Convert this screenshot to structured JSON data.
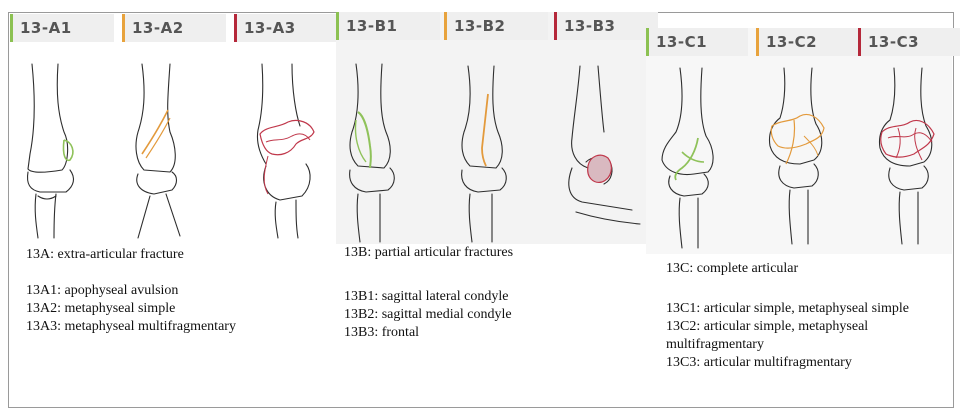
{
  "colors": {
    "group1_bar": "#8cc152",
    "group2_bar": "#e8a33d",
    "group3_bar": "#b5283a",
    "fracture_green": "#8fc25a",
    "fracture_orange": "#e39a3c",
    "fracture_red": "#c0384b"
  },
  "icons": [
    "humerus-bone-drawing",
    "fracture-line"
  ],
  "tabs": {
    "a": [
      "13-A1",
      "13-A2",
      "13-A3"
    ],
    "b": [
      "13-B1",
      "13-B2",
      "13-B3"
    ],
    "c": [
      "13-C1",
      "13-C2",
      "13-C3"
    ]
  },
  "legend": {
    "a": {
      "heading": "13A: extra-articular fracture",
      "items": [
        "13A1: apophyseal avulsion",
        "13A2: metaphyseal simple",
        "13A3: metaphyseal multifragmentary"
      ]
    },
    "b": {
      "heading": "13B: partial articular fractures",
      "items": [
        "13B1: sagittal lateral condyle",
        "13B2: sagittal medial condyle",
        "13B3: frontal"
      ]
    },
    "c": {
      "heading": "13C: complete articular",
      "items": [
        "13C1: articular simple, metaphyseal simple",
        "13C2: articular simple, metaphyseal multifragmentary",
        "13C3: articular multifragmentary"
      ]
    }
  }
}
